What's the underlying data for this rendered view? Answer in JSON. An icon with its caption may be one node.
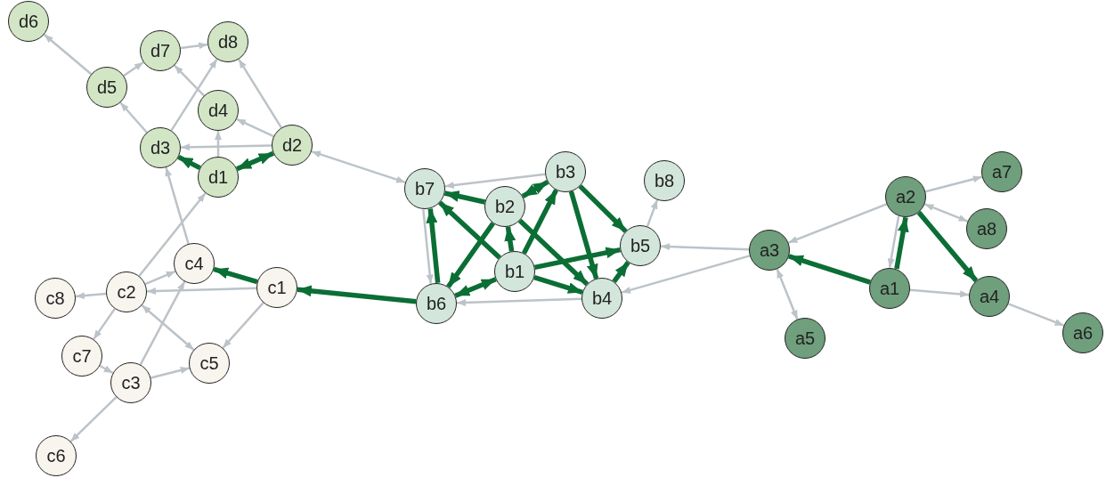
{
  "diagram": {
    "nodes": [
      {
        "text": [
          "d6"
        ]
      },
      {
        "text": [
          "d7"
        ]
      },
      {
        "text": [
          "d8"
        ]
      },
      {
        "text": [
          "d5"
        ]
      },
      {
        "text": [
          "d4"
        ]
      },
      {
        "text": [
          "d3"
        ]
      },
      {
        "text": [
          "d2"
        ]
      },
      {
        "text": [
          "d1"
        ]
      },
      {
        "text": [
          "c4"
        ]
      },
      {
        "text": [
          "c1"
        ]
      },
      {
        "text": [
          "c8"
        ]
      },
      {
        "text": [
          "c2"
        ]
      },
      {
        "text": [
          "c7"
        ]
      },
      {
        "text": [
          "c5"
        ]
      },
      {
        "text": [
          "c3"
        ]
      },
      {
        "text": [
          "c6"
        ]
      },
      {
        "text": [
          "b7"
        ]
      },
      {
        "text": [
          "b2"
        ]
      },
      {
        "text": [
          "b3"
        ]
      },
      {
        "text": [
          "b8"
        ]
      },
      {
        "text": [
          "b5"
        ]
      },
      {
        "text": [
          "b1"
        ]
      },
      {
        "text": [
          "b4"
        ]
      },
      {
        "text": [
          "b6"
        ]
      },
      {
        "text": [
          "a7"
        ]
      },
      {
        "text": [
          "a2"
        ]
      },
      {
        "text": [
          "a8"
        ]
      },
      {
        "text": [
          "a3"
        ]
      },
      {
        "text": [
          "a1"
        ]
      },
      {
        "text": [
          "a4"
        ]
      },
      {
        "text": [
          "a5"
        ]
      },
      {
        "text": [
          "a6"
        ]
      }
    ],
    "edges": [
      {
        "from": 3,
        "to": 0,
        "arrow": "to"
      },
      {
        "from": 3,
        "to": 1,
        "arrow": "to"
      },
      {
        "from": 1,
        "to": 2,
        "arrow": "to"
      },
      {
        "from": 5,
        "to": 3,
        "arrow": "to"
      },
      {
        "from": 5,
        "to": 2,
        "arrow": "to"
      },
      {
        "from": 4,
        "to": 1,
        "arrow": "to"
      },
      {
        "from": 6,
        "to": 2,
        "arrow": "to"
      },
      {
        "from": 6,
        "to": 4,
        "arrow": "to"
      },
      {
        "from": 6,
        "to": 5,
        "arrow": "to"
      },
      {
        "from": 7,
        "to": 4,
        "arrow": "to"
      },
      {
        "from": 7,
        "to": 5,
        "arrow": "to",
        "style": "thick",
        "color": "#0b6e35"
      },
      {
        "from": 7,
        "to": 6,
        "arrow": "both",
        "style": "thick",
        "color": "#0b6e35"
      },
      {
        "from": 16,
        "to": 6,
        "arrow": "both"
      },
      {
        "from": 8,
        "to": 5,
        "arrow": "to"
      },
      {
        "from": 11,
        "to": 7,
        "arrow": "to"
      },
      {
        "from": 11,
        "to": 8,
        "arrow": "to"
      },
      {
        "from": 9,
        "to": 11,
        "arrow": "to"
      },
      {
        "from": 9,
        "to": 13,
        "arrow": "to"
      },
      {
        "from": 9,
        "to": 8,
        "arrow": "to",
        "style": "thick",
        "color": "#0b6e35"
      },
      {
        "from": 23,
        "to": 9,
        "arrow": "to",
        "style": "thick",
        "color": "#0b6e35"
      },
      {
        "from": 11,
        "to": 10,
        "arrow": "to"
      },
      {
        "from": 11,
        "to": 12,
        "arrow": "to"
      },
      {
        "from": 11,
        "to": 13,
        "arrow": "both"
      },
      {
        "from": 12,
        "to": 14,
        "arrow": "to"
      },
      {
        "from": 14,
        "to": 13,
        "arrow": "to"
      },
      {
        "from": 14,
        "to": 8,
        "arrow": "to"
      },
      {
        "from": 14,
        "to": 15,
        "arrow": "to"
      },
      {
        "from": 18,
        "to": 16,
        "arrow": "to"
      },
      {
        "from": 17,
        "to": 16,
        "arrow": "to",
        "style": "thick",
        "color": "#0b6e35"
      },
      {
        "from": 21,
        "to": 16,
        "arrow": "to",
        "style": "thick",
        "color": "#0b6e35"
      },
      {
        "from": 23,
        "to": 16,
        "arrow": "to",
        "style": "thick",
        "color": "#0b6e35"
      },
      {
        "from": 16,
        "to": 23,
        "arrow": "to"
      },
      {
        "from": 17,
        "to": 18,
        "arrow": "both",
        "style": "thick",
        "color": "#0b6e35"
      },
      {
        "from": 17,
        "to": 23,
        "arrow": "to",
        "style": "thick",
        "color": "#0b6e35"
      },
      {
        "from": 17,
        "to": 22,
        "arrow": "to",
        "style": "thick",
        "color": "#0b6e35"
      },
      {
        "from": 21,
        "to": 17,
        "arrow": "to",
        "style": "thick",
        "color": "#0b6e35"
      },
      {
        "from": 21,
        "to": 18,
        "arrow": "to",
        "style": "thick",
        "color": "#0b6e35"
      },
      {
        "from": 21,
        "to": 20,
        "arrow": "to",
        "style": "thick",
        "color": "#0b6e35"
      },
      {
        "from": 21,
        "to": 22,
        "arrow": "to",
        "style": "thick",
        "color": "#0b6e35"
      },
      {
        "from": 23,
        "to": 21,
        "arrow": "both",
        "style": "thick",
        "color": "#0b6e35"
      },
      {
        "from": 18,
        "to": 20,
        "arrow": "to",
        "style": "thick",
        "color": "#0b6e35"
      },
      {
        "from": 18,
        "to": 22,
        "arrow": "to",
        "style": "thick",
        "color": "#0b6e35"
      },
      {
        "from": 22,
        "to": 20,
        "arrow": "to",
        "style": "thick",
        "color": "#0b6e35"
      },
      {
        "from": 20,
        "to": 19,
        "arrow": "to"
      },
      {
        "from": 22,
        "to": 23,
        "arrow": "to"
      },
      {
        "from": 27,
        "to": 20,
        "arrow": "to"
      },
      {
        "from": 27,
        "to": 22,
        "arrow": "to"
      },
      {
        "from": 25,
        "to": 24,
        "arrow": "to"
      },
      {
        "from": 25,
        "to": 26,
        "arrow": "both"
      },
      {
        "from": 25,
        "to": 27,
        "arrow": "to"
      },
      {
        "from": 28,
        "to": 27,
        "arrow": "to",
        "style": "thick",
        "color": "#0b6e35"
      },
      {
        "from": 28,
        "to": 25,
        "arrow": "to",
        "style": "thick",
        "color": "#0b6e35"
      },
      {
        "from": 25,
        "to": 28,
        "arrow": "to"
      },
      {
        "from": 25,
        "to": 29,
        "arrow": "to",
        "style": "thick",
        "color": "#0b6e35"
      },
      {
        "from": 28,
        "to": 29,
        "arrow": "to"
      },
      {
        "from": 29,
        "to": 31,
        "arrow": "to"
      },
      {
        "from": 27,
        "to": 30,
        "arrow": "both"
      }
    ]
  }
}
